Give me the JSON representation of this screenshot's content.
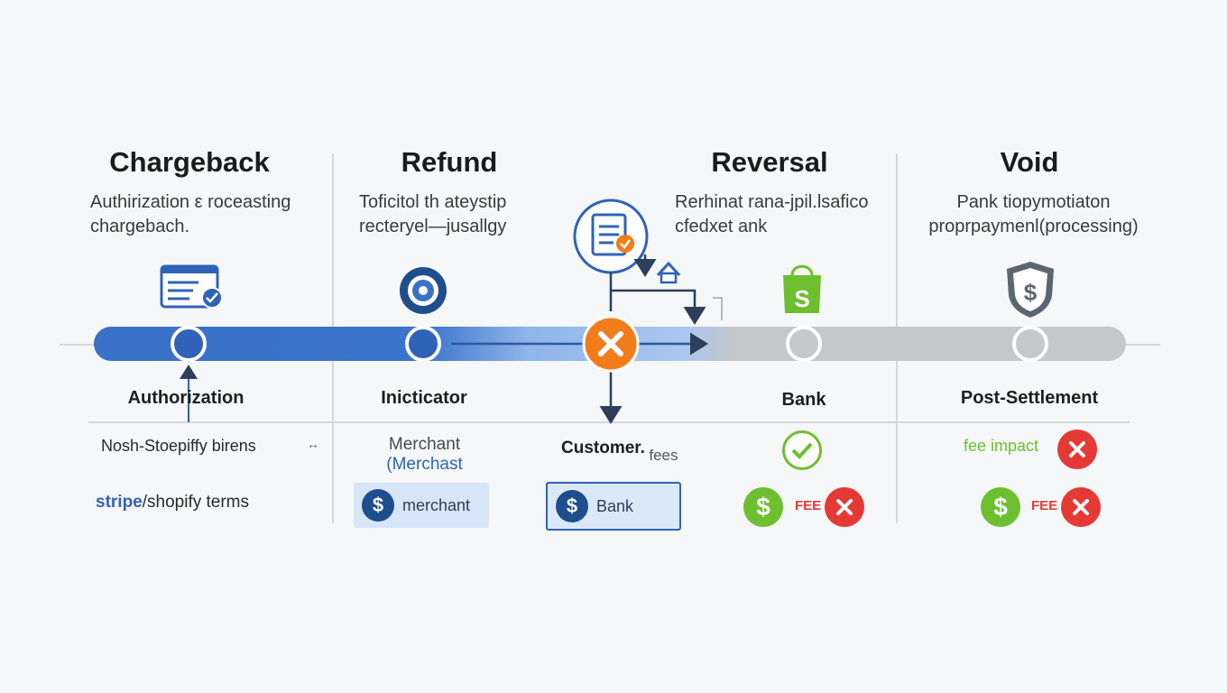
{
  "columns": [
    {
      "title": "Chargeback",
      "desc": [
        "Authirization ε roceasting",
        "chargebach."
      ]
    },
    {
      "title": "Refund",
      "desc": [
        "Toficitol th ateystip",
        "recteryel—jusallgy"
      ]
    },
    {
      "title": "Reversal",
      "desc": [
        "Rerhinat rana-jpil.lsafico",
        "cfedxet ank"
      ]
    },
    {
      "title": "Void",
      "desc": [
        "Pank tiopymotiaton",
        "proprpaymenl(processing)"
      ]
    }
  ],
  "nodes": [
    "Authorization",
    "Inicticator",
    "Bank",
    "Post-Settlement"
  ],
  "rows": {
    "chargeback_row1": "Nosh-Stoepiffy birens",
    "chargeback_small": "↔",
    "chargeback_row2_brand": "stripe",
    "chargeback_row2_rest": "/shopify terms",
    "refund_merchant": "Merchant",
    "refund_merchant_paren": "(Merchast",
    "refund_pill": "merchant",
    "refund_pill_symbol": "$",
    "customer_label": "Customer.",
    "customer_fees": "fees",
    "bank_pill": "Bank",
    "bank_pill_symbol": "$",
    "reversal_fee": "FEE",
    "void_fee_impact": "fee impact",
    "void_fee": "FEE",
    "dollar": "$"
  },
  "colors": {
    "track_blue": "#3a71c9",
    "track_light": "#8fb5ea",
    "track_grey": "#c5c7ca",
    "x_orange": "#f07d1a",
    "green": "#6dbf2f",
    "red": "#e53935",
    "navy": "#1f4e8c"
  },
  "icons": [
    "browser-check-icon",
    "gear-badge-icon",
    "document-check-icon",
    "shopify-bag-icon",
    "shield-dollar-icon"
  ]
}
